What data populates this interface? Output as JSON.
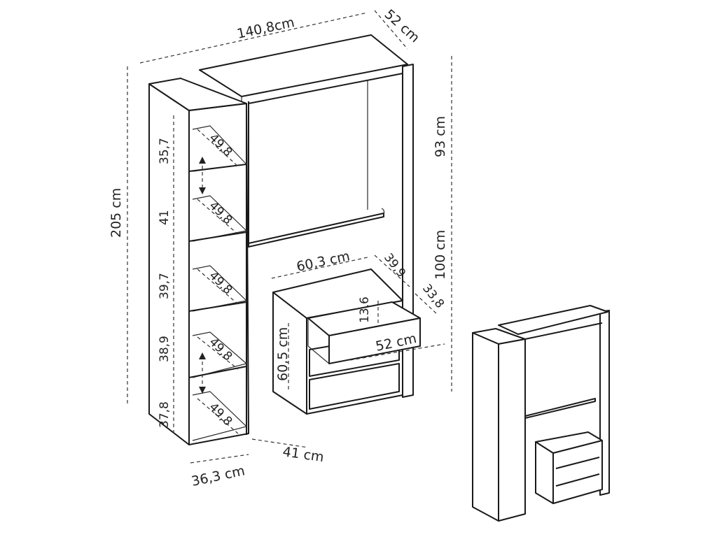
{
  "dimensions": {
    "total_width": "140,8cm",
    "total_depth": "52 cm",
    "upper_height": "93 cm",
    "lower_height": "100 cm",
    "total_height": "205 cm",
    "shelf_heights": [
      "35,7",
      "41",
      "39,7",
      "38,9",
      "37,8"
    ],
    "shelf_depths": [
      "49,8",
      "49,8",
      "49,8",
      "49,8",
      "49,8"
    ],
    "nightstand_width": "60,3 cm",
    "nightstand_depth": "39,9",
    "drawer_depth": "33,8",
    "drawer_height": "13,6",
    "drawer_extension": "52 cm",
    "nightstand_height": "60,5 cm",
    "nightstand_side_depth": "41 cm",
    "column_width": "36,3 cm"
  },
  "colors": {
    "line": "#1a1a1a",
    "background": "#ffffff"
  }
}
